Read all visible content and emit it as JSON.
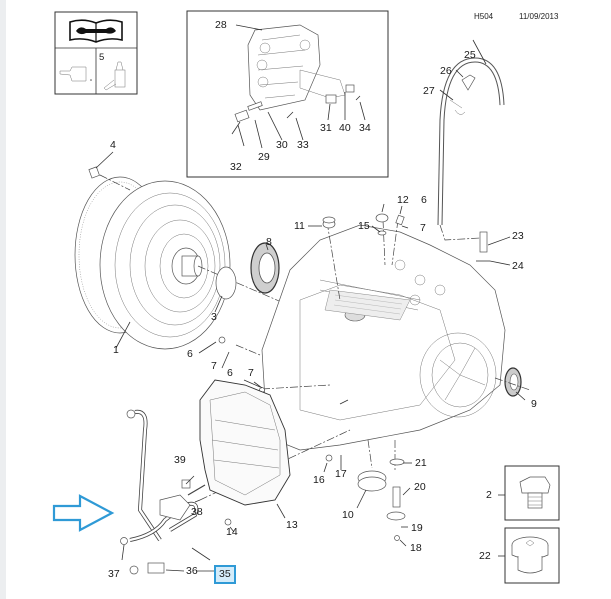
{
  "header": {
    "diagram_code": "H504",
    "date": "11/09/2013"
  },
  "icon_panel": {
    "top_icon": "service-manual-wrench-icon",
    "bottom_left_icon": "oil-can-icon",
    "bottom_right_icon": "grease-gun-icon",
    "bottom_right_label": "5"
  },
  "callouts": {
    "c1": "1",
    "c2": "2",
    "c3": "3",
    "c4": "4",
    "c6a": "6",
    "c6b": "6",
    "c6c": "6",
    "c7a": "7",
    "c7b": "7",
    "c7c": "7",
    "c8": "8",
    "c9": "9",
    "c10": "10",
    "c11": "11",
    "c12": "12",
    "c13": "13",
    "c14": "14",
    "c15": "15",
    "c16": "16",
    "c17": "17",
    "c18": "18",
    "c19": "19",
    "c20": "20",
    "c21": "21",
    "c22": "22",
    "c23": "23",
    "c24": "24",
    "c25": "25",
    "c26": "26",
    "c27": "27",
    "c28": "28",
    "c29": "29",
    "c30": "30",
    "c31": "31",
    "c32": "32",
    "c33": "33",
    "c34": "34",
    "c35": "35",
    "c36": "36",
    "c37": "37",
    "c38": "38",
    "c39": "39",
    "c40": "40"
  },
  "highlight": {
    "selected_part": "35",
    "color": "#2f9ad6",
    "pointer_icon": "arrow-right-icon"
  },
  "inset_parts": {
    "valve_body_inset": "valve-body-detail",
    "bolt_inset": "drain-bolt-detail",
    "plug_inset": "torx-plug-detail"
  }
}
